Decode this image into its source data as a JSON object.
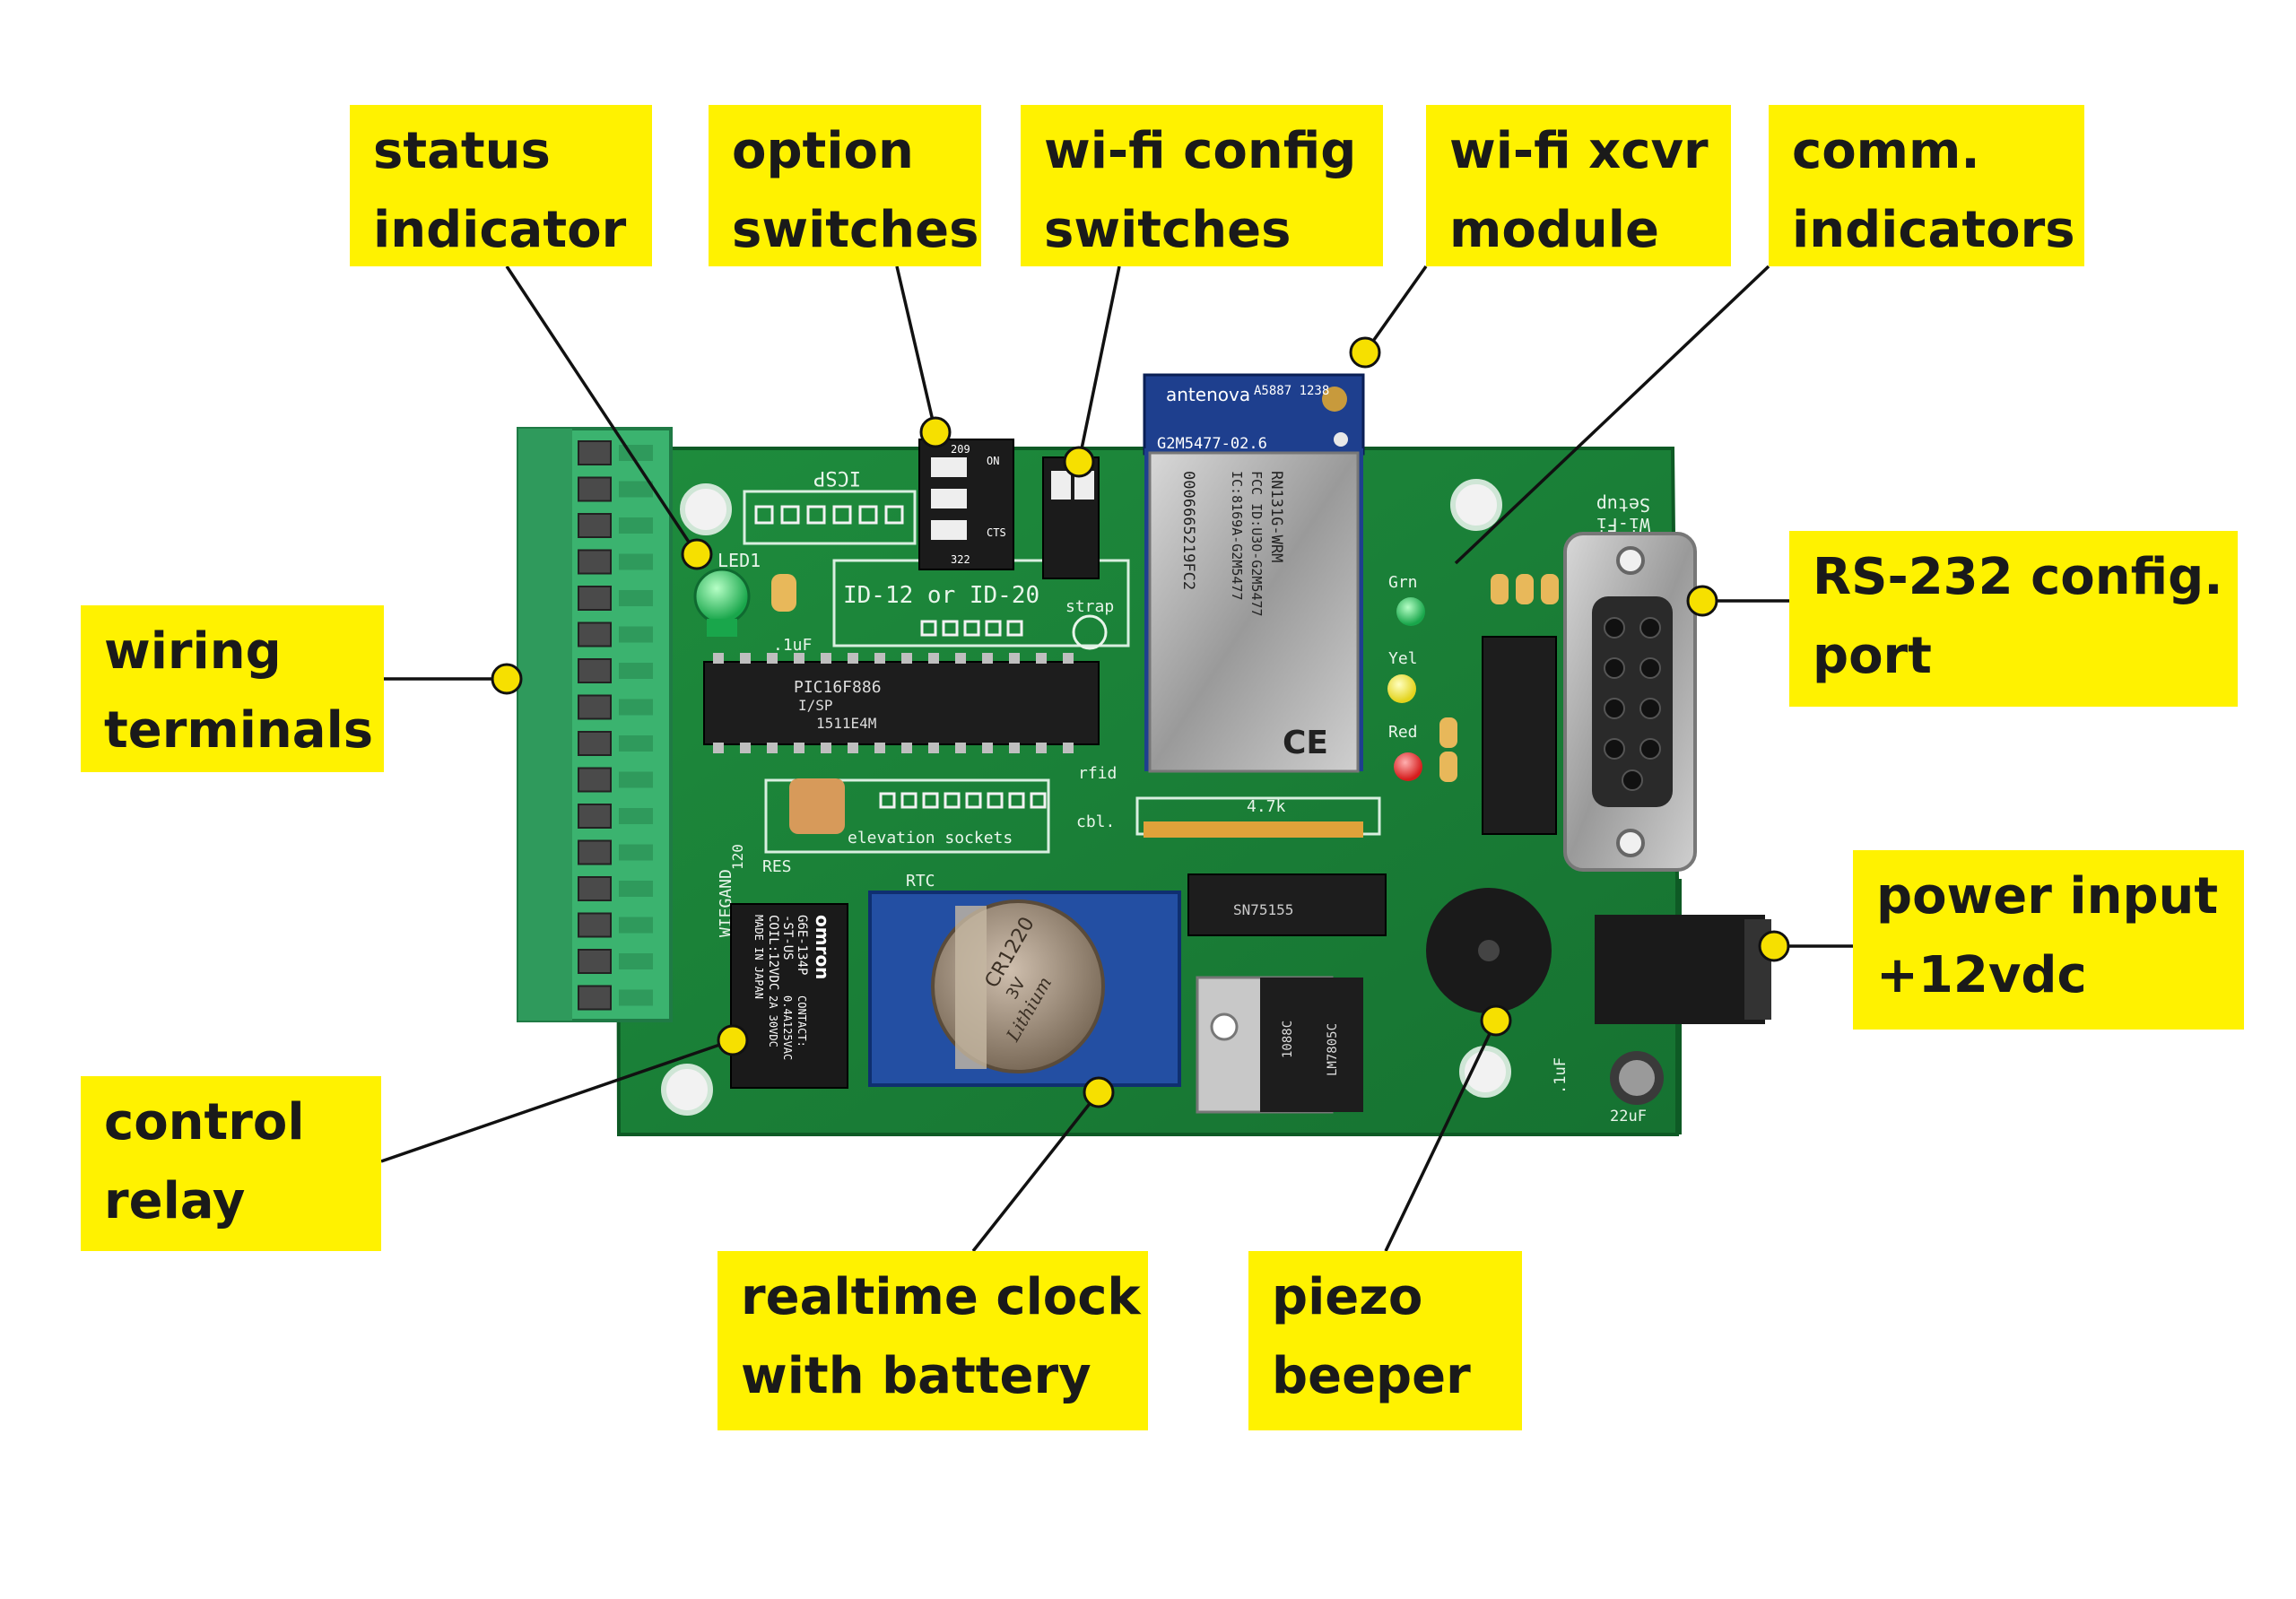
{
  "callouts": {
    "status": {
      "line1": "status",
      "line2": "indicator"
    },
    "option": {
      "line1": "option",
      "line2": "switches"
    },
    "wifiswitch": {
      "line1": "wi-fi config",
      "line2": "switches"
    },
    "wifimod": {
      "line1": "wi-fi xcvr",
      "line2": "module"
    },
    "comm": {
      "line1": "comm.",
      "line2": "indicators"
    },
    "rs232": {
      "line1": "RS-232 config.",
      "line2": "port"
    },
    "wiring": {
      "line1": "wiring",
      "line2": "terminals"
    },
    "power": {
      "line1": "power input",
      "line2": "+12vdc"
    },
    "relay": {
      "line1": "control",
      "line2": "relay"
    },
    "rtc": {
      "line1": "realtime clock",
      "line2": "with battery"
    },
    "piezo": {
      "line1": "piezo",
      "line2": "beeper"
    }
  },
  "board_silkscreen": {
    "icsp": "ICSP",
    "led1": "LED1",
    "reader": "ID-12 or ID-20",
    "strap": "strap",
    "cap1": ".1uF",
    "mcu": "PIC16F886",
    "mcu_sub": "I/SP",
    "mcu_code": "1511E4M",
    "elevation": "elevation sockets",
    "res": "RES",
    "rtc": "RTC",
    "rfid": "rfid",
    "cbl": "cbl.",
    "r47k": "4.7k",
    "grn": "Grn",
    "yel": "Yel",
    "red": "Red",
    "setup": "Setup",
    "wifi_silk": "Wi-Fi",
    "cap22": "22uF",
    "cap1b": ".1uF",
    "dip1": "209",
    "dip2": "322",
    "cts": "CTS",
    "on": "ON",
    "ic2": "1088C",
    "regulator": "LM7805C",
    "driver": "SN75155",
    "wiegand": "WIEGAND",
    "r120": "120"
  },
  "wifi_module": {
    "antenna_brand": "antenova",
    "antenna_code": "A5887 1238",
    "antenna_part": "G2M5477-02.6",
    "model": "RN131G-WRM",
    "fcc": "FCC ID:U3O-G2M5477",
    "ic": "IC:8169A-G2M5477",
    "serial": "0006665219FC2",
    "ce": "CE"
  },
  "relay_component": {
    "brand": "omron",
    "model": "G6E-134P",
    "type": "-ST-US",
    "coil": "COIL:12VDC",
    "made": "MADE IN JAPAN",
    "rating1": "CONTACT:",
    "rating2": "0.4A125VAC",
    "rating3": "2A 30VDC"
  },
  "battery": {
    "model": "CR1220",
    "voltage": "3V",
    "brand": "Lithium"
  },
  "colors": {
    "label_fill": "#fff200",
    "pcb_green": "#1f8a3c",
    "terminal_green": "#3bb36f",
    "leader": "#111111",
    "dot": "#f6e000"
  }
}
